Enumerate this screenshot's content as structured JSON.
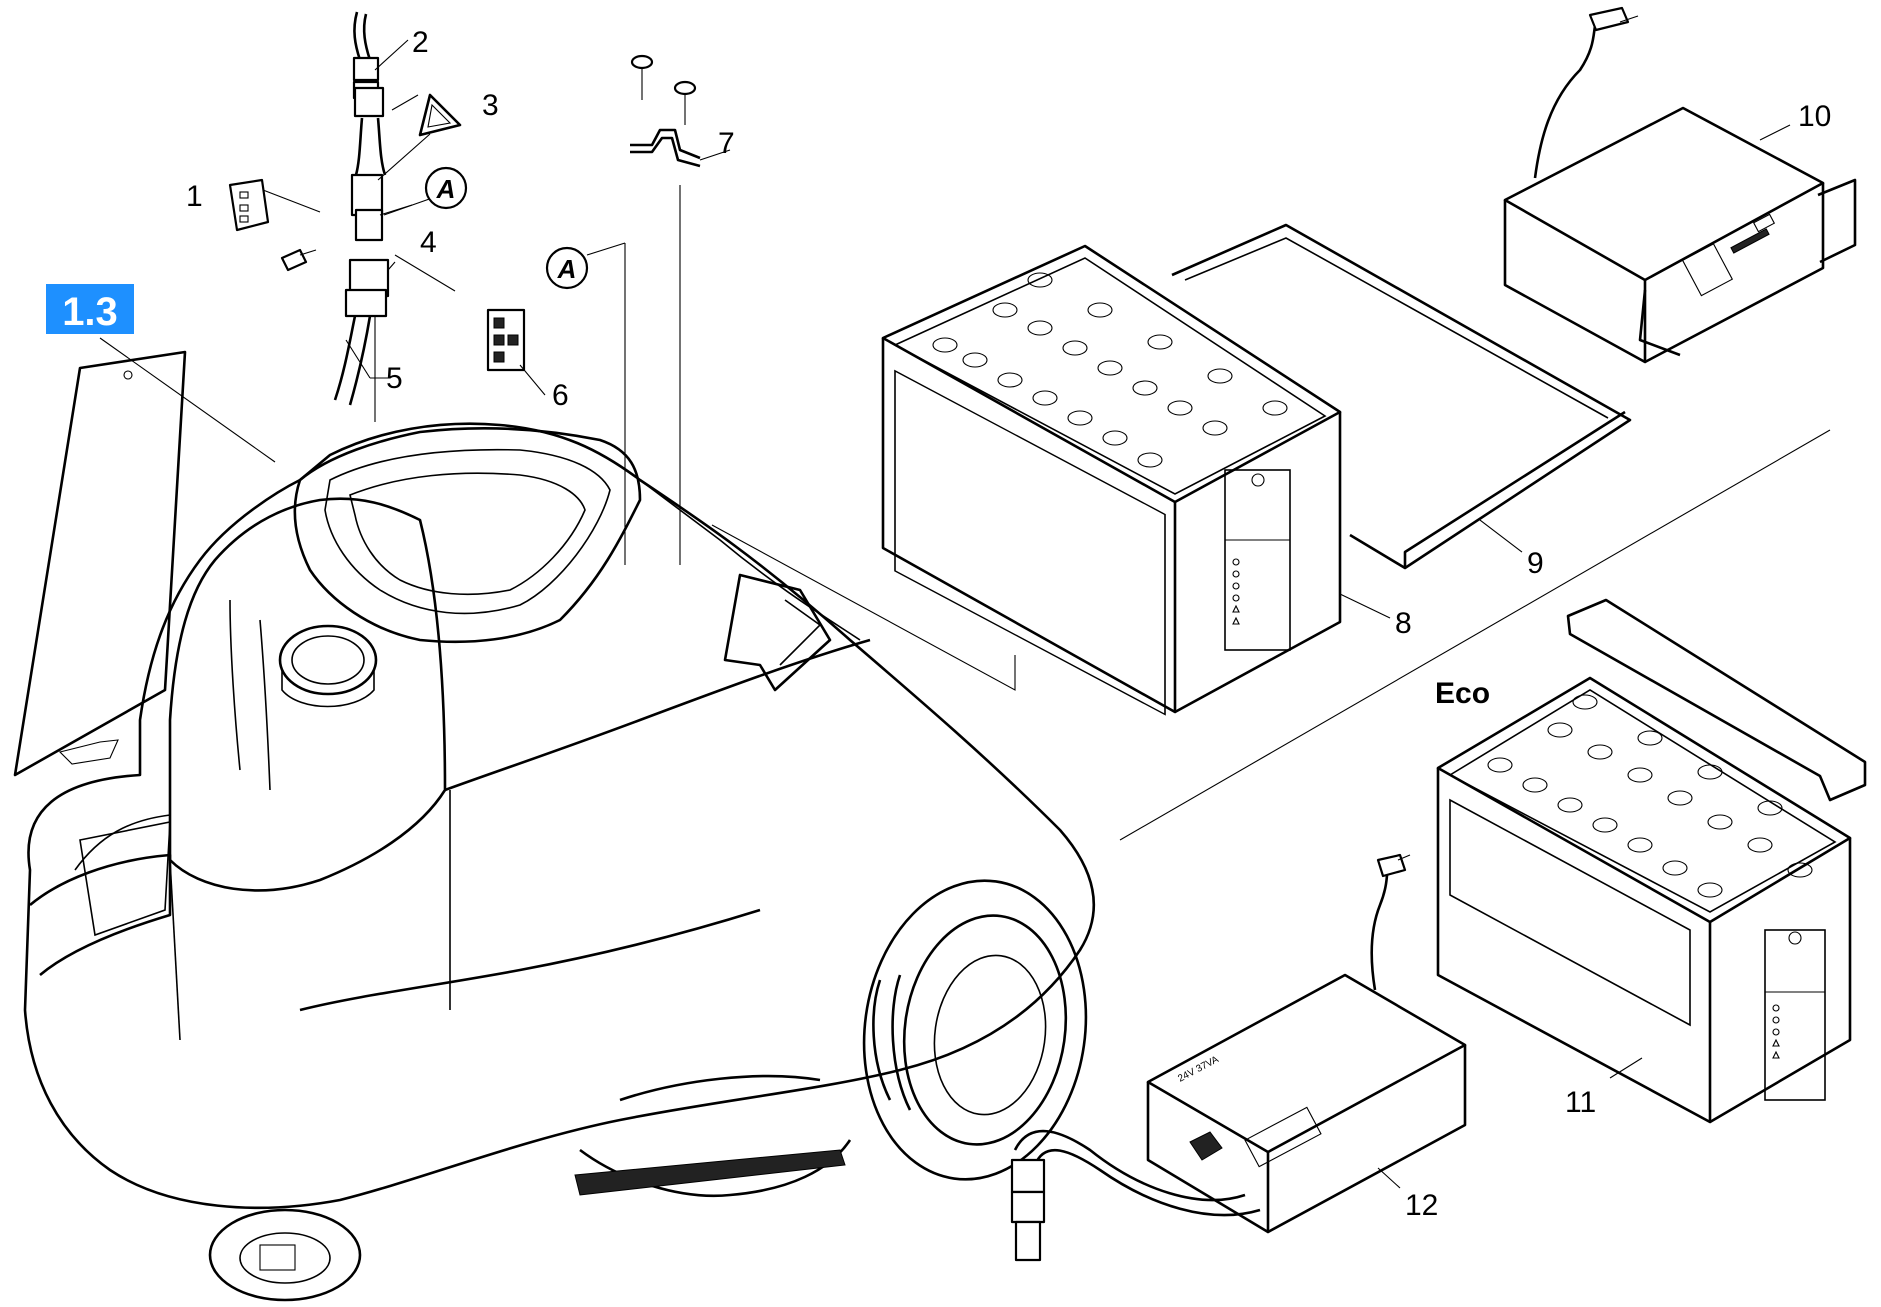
{
  "section_badge": {
    "label": "1.3",
    "color": "#1e90ff"
  },
  "eco_label": "Eco",
  "callout_a": "A",
  "parts": [
    {
      "number": "1"
    },
    {
      "number": "2"
    },
    {
      "number": "3"
    },
    {
      "number": "4"
    },
    {
      "number": "5"
    },
    {
      "number": "6"
    },
    {
      "number": "7"
    },
    {
      "number": "8"
    },
    {
      "number": "9"
    },
    {
      "number": "10"
    },
    {
      "number": "11"
    },
    {
      "number": "12"
    }
  ],
  "charger_small_text": "24V  37VA"
}
